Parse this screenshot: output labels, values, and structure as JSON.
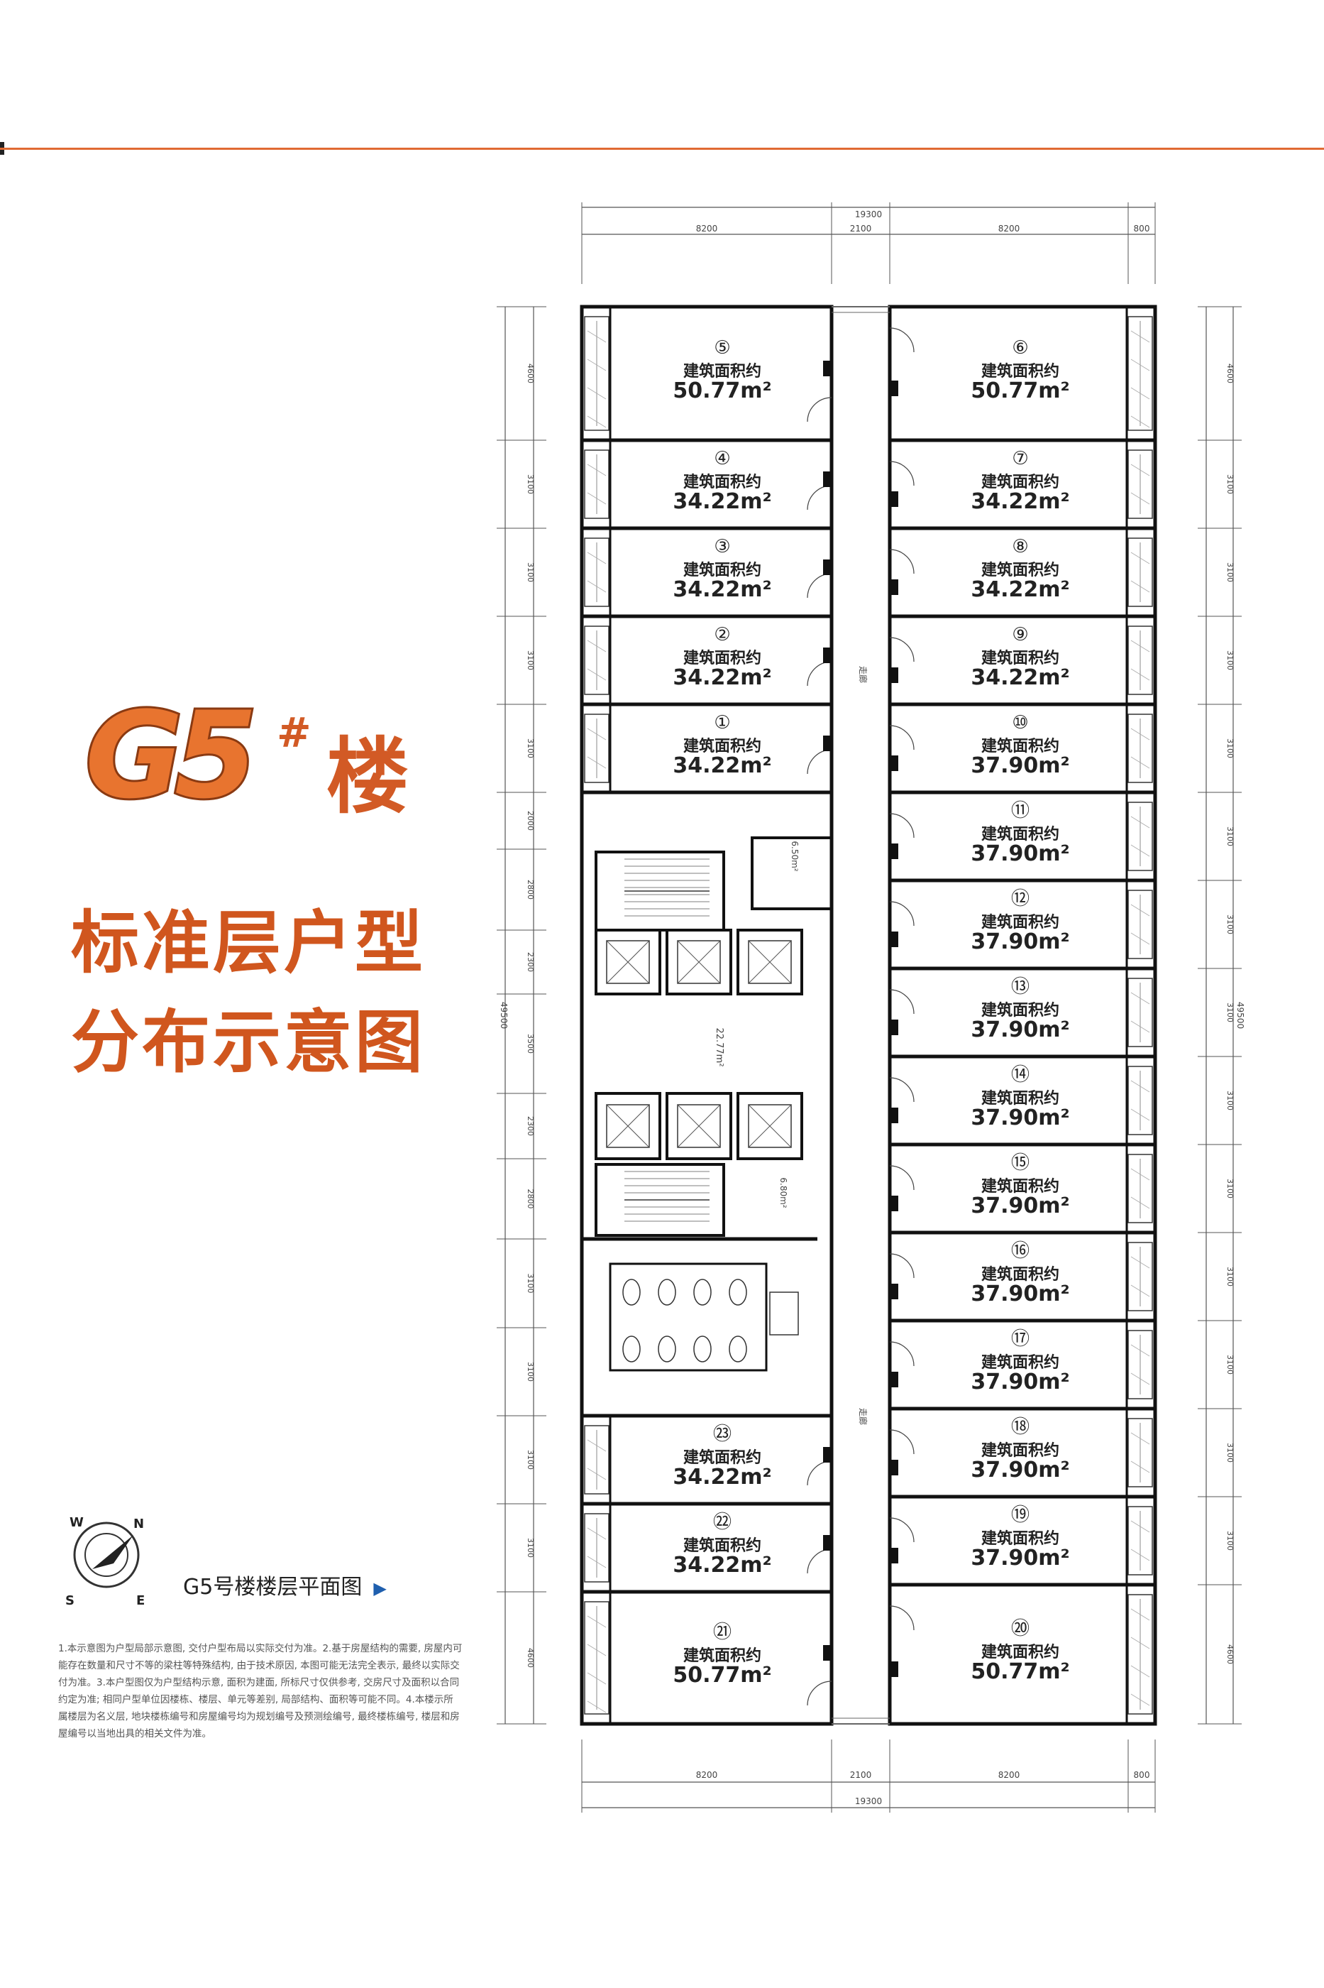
{
  "building": {
    "g5": "G5",
    "hash": "#",
    "lou": "楼"
  },
  "title": {
    "line1": "标准层户型",
    "line2": "分布示意图"
  },
  "plan_label": "G5号楼楼层平面图",
  "plan_arrow_icon": "triangle-right-icon",
  "notes": "1.本示意图为户型局部示意图, 交付户型布局以实际交付为准。2.基于房屋结构的需要, 房屋内可能存在数量和尺寸不等的梁柱等特殊结构, 由于技术原因, 本图可能无法完全表示, 最终以实际交付为准。3.本户型图仅为户型结构示意, 面积为建面, 所标尺寸仅供参考, 交房尺寸及面积以合同约定为准; 相同户型单位因楼栋、楼层、单元等差别, 局部结构、面积等可能不同。4.本楼示所属楼层为名义层, 地块楼栋编号和房屋编号均为规划编号及预测绘编号, 最终楼栋编号, 楼层和房屋编号以当地出具的相关文件为准。",
  "compass": {
    "n": "N",
    "s": "S",
    "w": "W",
    "e": "E"
  },
  "colors": {
    "accent": "#e06a33",
    "title": "#d0561e",
    "wall": "#111111",
    "dim": "#444444"
  },
  "area_label": "建筑面积约",
  "dims": {
    "top_total": "19300",
    "top_parts": [
      "8200",
      "2100",
      "8200",
      "800"
    ],
    "bottom_total": "19300",
    "bottom_parts": [
      "8200",
      "2100",
      "8200",
      "800"
    ],
    "left_total": "49500",
    "right_total": "49500",
    "left_parts": [
      "4600",
      "3100",
      "3100",
      "3100",
      "3100",
      "2000",
      "2800",
      "2300",
      "3500",
      "2300",
      "2800",
      "3100",
      "3100",
      "3100",
      "3100",
      "4600"
    ],
    "right_parts": [
      "4600",
      "3100",
      "3100",
      "3100",
      "3100",
      "3100",
      "3100",
      "3100",
      "3100",
      "3100",
      "3100",
      "3100",
      "3100",
      "3100",
      "4600"
    ]
  },
  "core_labels": {
    "shaft_a_area": "6.50m²",
    "lobby_area": "22.77m²",
    "shaft_b_area": "6.80m²",
    "corridor_a": "走廊",
    "corridor_b": "走廊"
  },
  "left_units": [
    {
      "num": "⑤",
      "area": "50.77m²"
    },
    {
      "num": "④",
      "area": "34.22m²"
    },
    {
      "num": "③",
      "area": "34.22m²"
    },
    {
      "num": "②",
      "area": "34.22m²"
    },
    {
      "num": "①",
      "area": "34.22m²"
    },
    {
      "num": "㉓",
      "area": "34.22m²"
    },
    {
      "num": "㉒",
      "area": "34.22m²"
    },
    {
      "num": "㉑",
      "area": "50.77m²"
    }
  ],
  "right_units": [
    {
      "num": "⑥",
      "area": "50.77m²"
    },
    {
      "num": "⑦",
      "area": "34.22m²"
    },
    {
      "num": "⑧",
      "area": "34.22m²"
    },
    {
      "num": "⑨",
      "area": "34.22m²"
    },
    {
      "num": "⑩",
      "area": "37.90m²"
    },
    {
      "num": "⑪",
      "area": "37.90m²"
    },
    {
      "num": "⑫",
      "area": "37.90m²"
    },
    {
      "num": "⑬",
      "area": "37.90m²"
    },
    {
      "num": "⑭",
      "area": "37.90m²"
    },
    {
      "num": "⑮",
      "area": "37.90m²"
    },
    {
      "num": "⑯",
      "area": "37.90m²"
    },
    {
      "num": "⑰",
      "area": "37.90m²"
    },
    {
      "num": "⑱",
      "area": "37.90m²"
    },
    {
      "num": "⑲",
      "area": "37.90m²"
    },
    {
      "num": "⑳",
      "area": "50.77m²"
    }
  ]
}
